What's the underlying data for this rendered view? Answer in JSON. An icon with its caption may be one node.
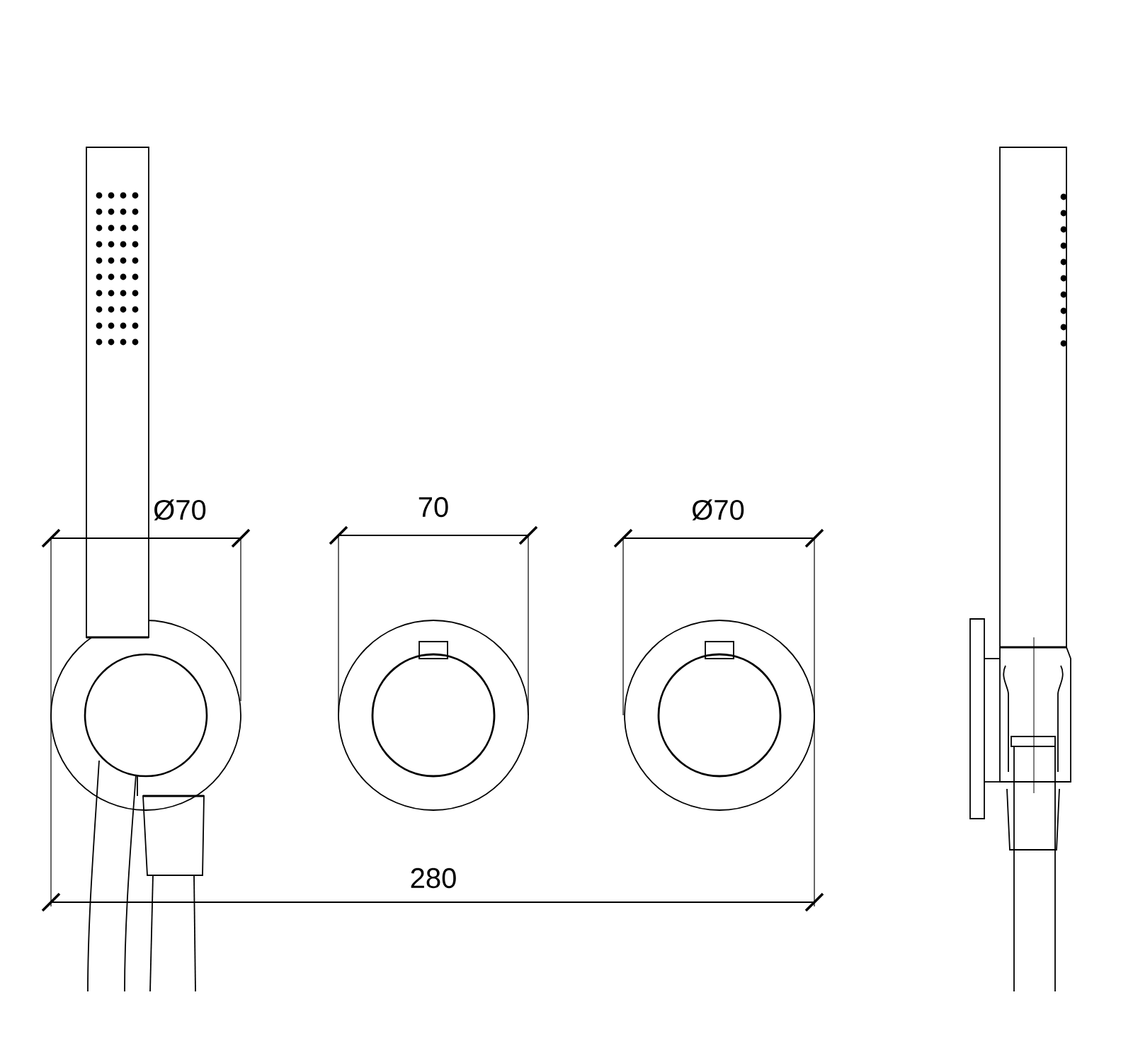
{
  "diagram": {
    "labels": [
      "Ø70",
      "70",
      "Ø70",
      "280"
    ]
  }
}
